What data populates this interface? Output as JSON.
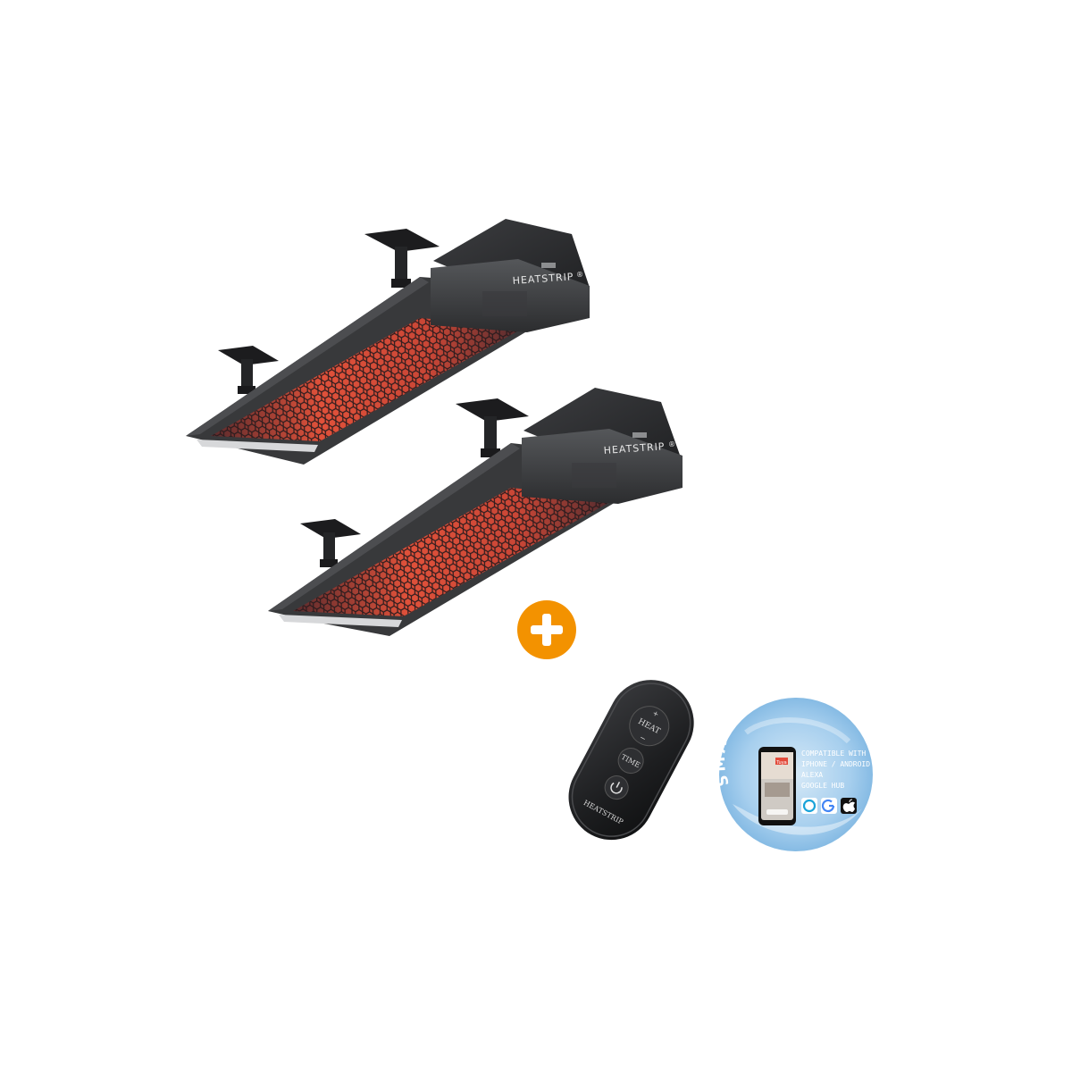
{
  "heaters": [
    {
      "brand": "HEATSTRIP",
      "trademark": "®"
    },
    {
      "brand": "HEATSTRIP",
      "trademark": "®"
    }
  ],
  "plus_badge": {
    "symbol": "+",
    "color": "#f39200"
  },
  "remote": {
    "buttons": {
      "heat": "HEAT",
      "time": "TIME",
      "plus": "+",
      "minus": "−",
      "power_icon": "power-icon"
    },
    "brand": "HEATSTRIP"
  },
  "smart_badge": {
    "arc_text": "SMART DEVICES",
    "lines": [
      "COMPATIBLE WITH",
      "IPHONE / ANDROID",
      "ALEXA",
      "GOOGLE HUB"
    ],
    "app_label": "Tuya",
    "service_icons": [
      "alexa-icon",
      "google-icon",
      "apple-icon"
    ],
    "color": "#9cc8ea"
  },
  "colors": {
    "housing": "#3a3b3d",
    "housing_dark": "#1f2022",
    "element_glow": "#e0513a",
    "mesh": "#2a1c1e"
  }
}
